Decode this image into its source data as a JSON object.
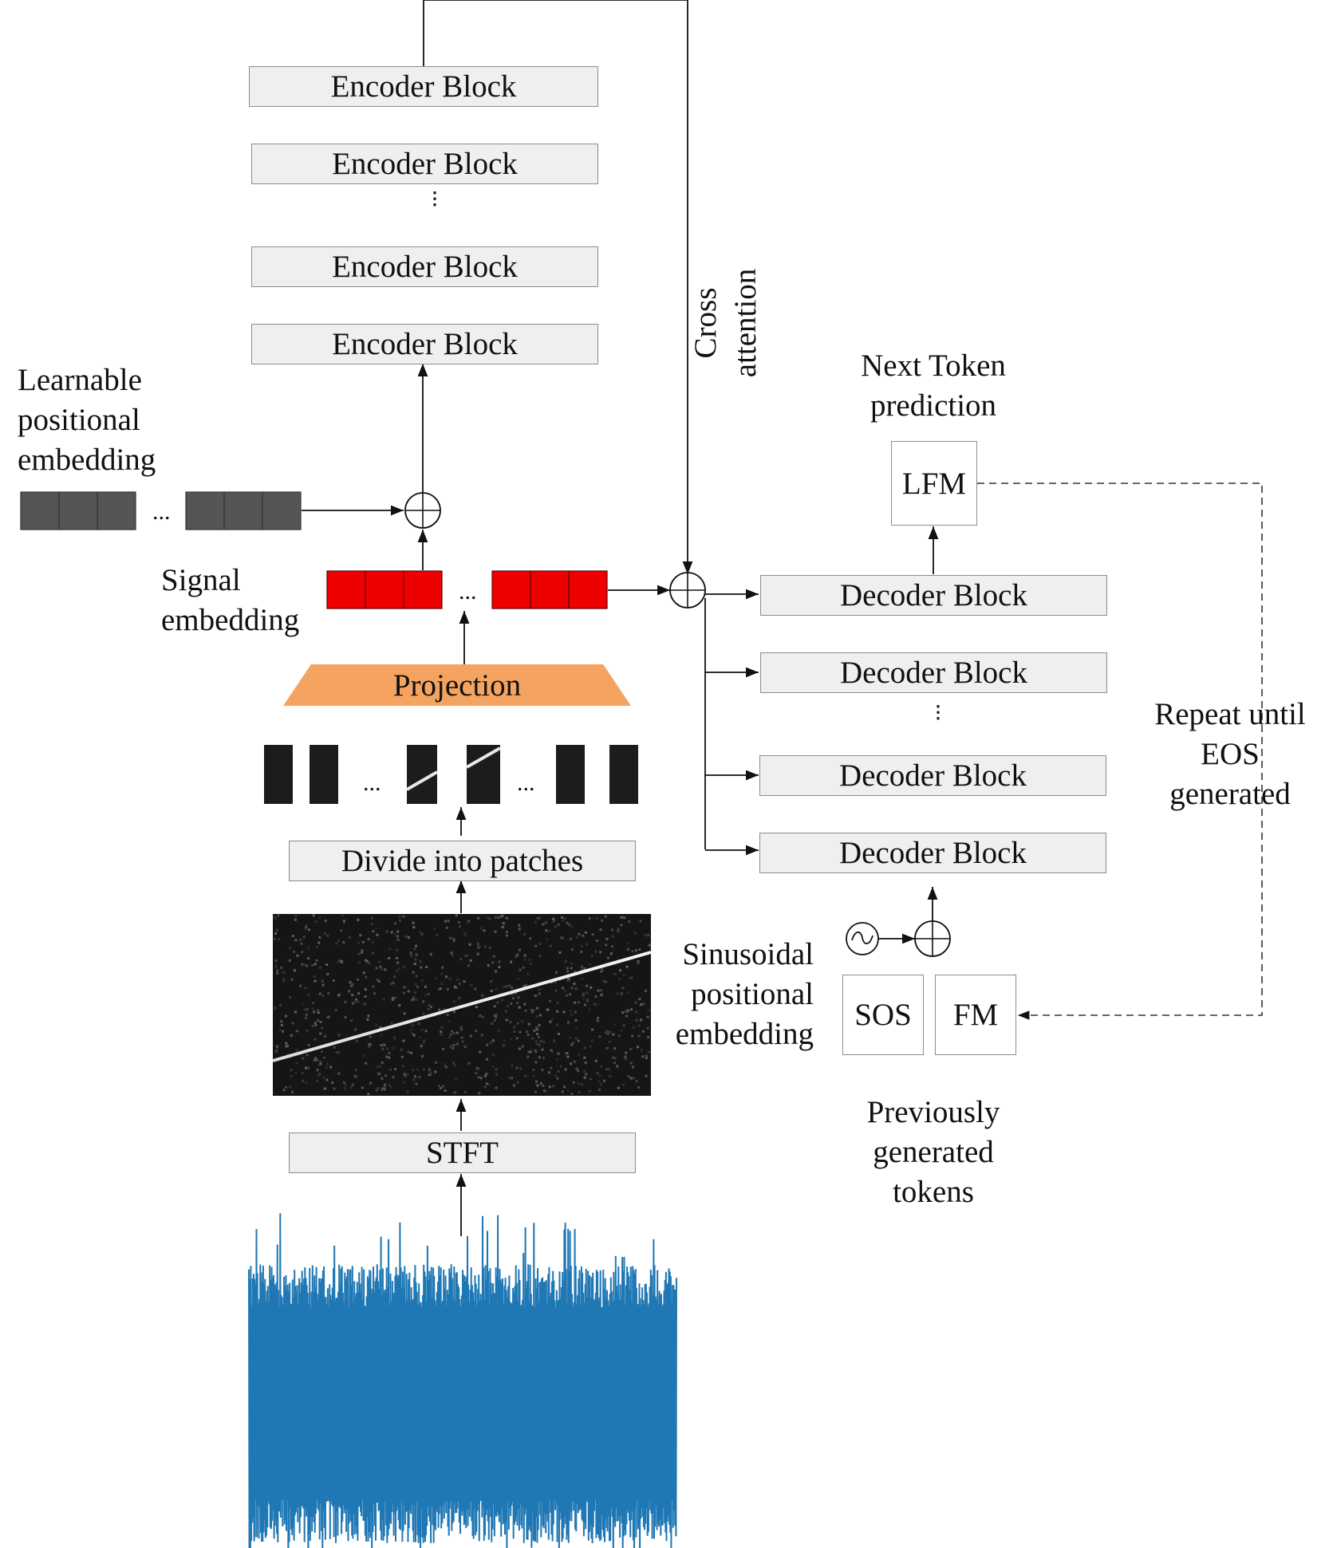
{
  "encoder": {
    "blocks": [
      "Encoder Block",
      "Encoder Block",
      "Encoder Block",
      "Encoder Block"
    ]
  },
  "decoder": {
    "blocks": [
      "Decoder Block",
      "Decoder Block",
      "Decoder Block",
      "Decoder Block"
    ]
  },
  "labels": {
    "learnable_pe": [
      "Learnable",
      "positional",
      "embedding"
    ],
    "signal_embedding": [
      "Signal",
      "embedding"
    ],
    "cross_attention": [
      "Cross",
      "attention"
    ],
    "next_token": [
      "Next Token",
      "prediction"
    ],
    "repeat_until": [
      "Repeat until",
      "EOS",
      "generated"
    ],
    "sinusoidal_pe": [
      "Sinusoidal",
      "positional",
      "embedding"
    ],
    "previously_generated": [
      "Previously",
      "generated",
      "tokens"
    ],
    "ellipsis": "..."
  },
  "steps": {
    "projection": "Projection",
    "divide_patches": "Divide into patches",
    "stft": "STFT"
  },
  "tokens": {
    "lfm": "LFM",
    "sos": "SOS",
    "fm": "FM"
  },
  "colors": {
    "block_fill": "#efefef",
    "block_border": "#8c8c8c",
    "learnable_embedding": "#555555",
    "signal_embedding": "#ee0000",
    "projection": "#f4a460",
    "waveform": "#1f77b4",
    "spectrogram_bg": "#111111"
  }
}
